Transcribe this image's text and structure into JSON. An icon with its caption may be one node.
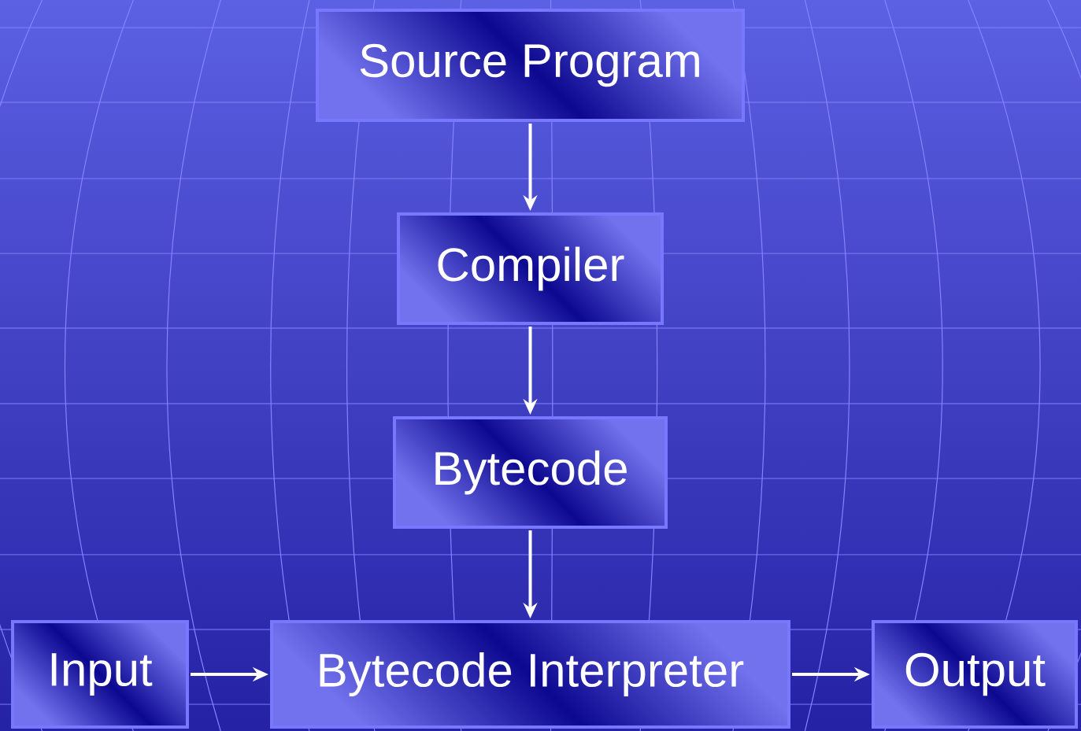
{
  "diagram": {
    "nodes": [
      {
        "text": [
          "Source Program"
        ]
      },
      {
        "text": [
          "Compiler"
        ]
      },
      {
        "text": [
          "Bytecode"
        ]
      },
      {
        "text": [
          "Input"
        ]
      },
      {
        "text": [
          "Bytecode Interpreter"
        ]
      },
      {
        "text": [
          "Output"
        ]
      }
    ],
    "edges": [
      {
        "from": 0,
        "to": 1,
        "arrow": "to"
      },
      {
        "from": 1,
        "to": 2,
        "arrow": "to"
      },
      {
        "from": 2,
        "to": 4,
        "arrow": "to"
      },
      {
        "from": 3,
        "to": 4,
        "arrow": "to"
      },
      {
        "from": 4,
        "to": 5,
        "arrow": "to"
      }
    ]
  }
}
